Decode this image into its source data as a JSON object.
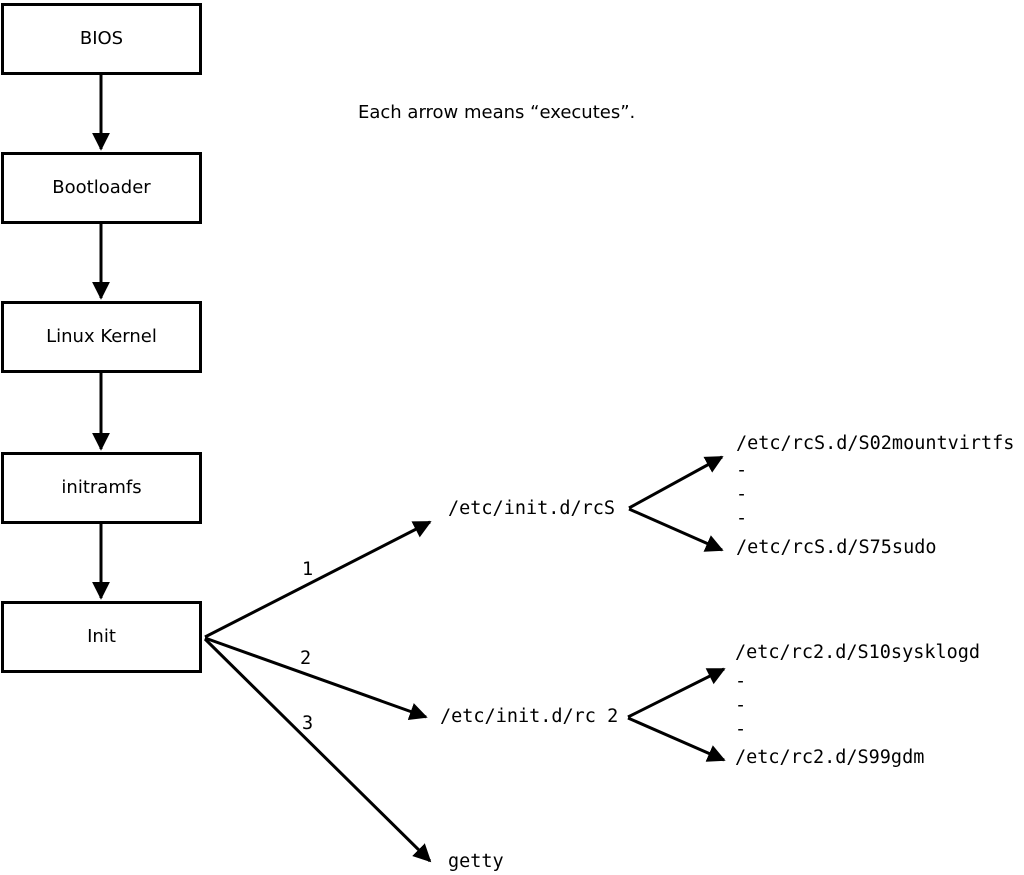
{
  "note": "Each arrow means “executes”.",
  "boot_chain": [
    {
      "label": "BIOS"
    },
    {
      "label": "Bootloader"
    },
    {
      "label": "Linux Kernel"
    },
    {
      "label": "initramfs"
    },
    {
      "label": "Init"
    }
  ],
  "branches": [
    {
      "number": "1",
      "target": "/etc/init.d/rcS",
      "children": [
        "/etc/rcS.d/S02mountvirtfs",
        "-",
        "-",
        "-",
        "/etc/rcS.d/S75sudo"
      ]
    },
    {
      "number": "2",
      "target": "/etc/init.d/rc 2",
      "children": [
        "/etc/rc2.d/S10sysklogd",
        "-",
        "-",
        "-",
        "/etc/rc2.d/S99gdm"
      ]
    },
    {
      "number": "3",
      "target": "getty"
    }
  ],
  "colors": {
    "ink": "#000000",
    "background": "#ffffff"
  }
}
